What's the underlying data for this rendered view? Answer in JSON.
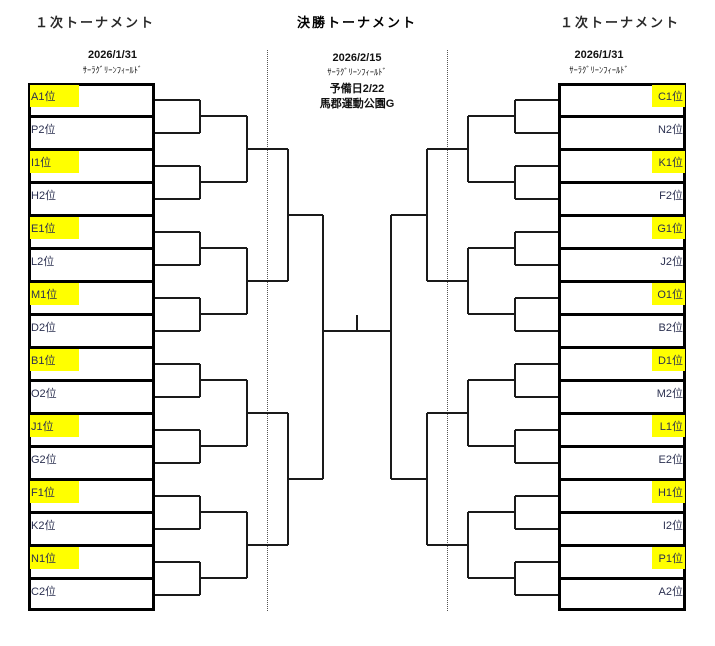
{
  "left_bracket": {
    "title": "１次トーナメント",
    "date": "2026/1/31",
    "venue": "ｻｰﾗｸﾞﾘｰﾝﾌｨｰﾙﾄﾞ",
    "teams": [
      {
        "label": "A1位",
        "highlight": true
      },
      {
        "label": "P2位",
        "highlight": false
      },
      {
        "label": "I1位",
        "highlight": true
      },
      {
        "label": "H2位",
        "highlight": false
      },
      {
        "label": "E1位",
        "highlight": true
      },
      {
        "label": "L2位",
        "highlight": false
      },
      {
        "label": "M1位",
        "highlight": true
      },
      {
        "label": "D2位",
        "highlight": false
      },
      {
        "label": "B1位",
        "highlight": true
      },
      {
        "label": "O2位",
        "highlight": false
      },
      {
        "label": "J1位",
        "highlight": true
      },
      {
        "label": "G2位",
        "highlight": false
      },
      {
        "label": "F1位",
        "highlight": true
      },
      {
        "label": "K2位",
        "highlight": false
      },
      {
        "label": "N1位",
        "highlight": true
      },
      {
        "label": "C2位",
        "highlight": false
      }
    ]
  },
  "final_bracket": {
    "title": "決勝トーナメント",
    "date": "2026/2/15",
    "venue": "ｻｰﾗｸﾞﾘｰﾝﾌｨｰﾙﾄﾞ",
    "reserve_day": "予備日2/22",
    "reserve_venue": "馬郡運動公園G"
  },
  "right_bracket": {
    "title": "１次トーナメント",
    "date": "2026/1/31",
    "venue": "ｻｰﾗｸﾞﾘｰﾝﾌｨｰﾙﾄﾞ",
    "teams": [
      {
        "label": "C1位",
        "highlight": true
      },
      {
        "label": "N2位",
        "highlight": false
      },
      {
        "label": "K1位",
        "highlight": true
      },
      {
        "label": "F2位",
        "highlight": false
      },
      {
        "label": "G1位",
        "highlight": true
      },
      {
        "label": "J2位",
        "highlight": false
      },
      {
        "label": "O1位",
        "highlight": true
      },
      {
        "label": "B2位",
        "highlight": false
      },
      {
        "label": "D1位",
        "highlight": true
      },
      {
        "label": "M2位",
        "highlight": false
      },
      {
        "label": "L1位",
        "highlight": true
      },
      {
        "label": "E2位",
        "highlight": false
      },
      {
        "label": "H1位",
        "highlight": true
      },
      {
        "label": "I2位",
        "highlight": false
      },
      {
        "label": "P1位",
        "highlight": true
      },
      {
        "label": "A2位",
        "highlight": false
      }
    ]
  },
  "colors": {
    "highlight": "#ffff00",
    "line": "#000000",
    "team_text": "#2b3050"
  }
}
